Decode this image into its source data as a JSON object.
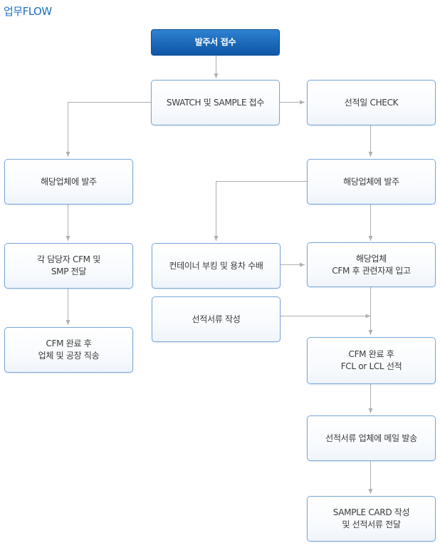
{
  "page_title": "업무FLOW",
  "nodes": {
    "start": [
      "발주서 접수"
    ],
    "swatch": [
      "SWATCH 및 SAMPLE 접수"
    ],
    "shipdate": [
      "선적일 CHECK"
    ],
    "order_left": [
      "해당업체에 발주"
    ],
    "cfm_deliver": [
      "각 담당자 CFM 및",
      "SMP 전달"
    ],
    "cfm_done_left": [
      "CFM 완료 후",
      "업체 및 공장 직송"
    ],
    "order_right": [
      "해당업체에 발주"
    ],
    "container": [
      "컨테이너 부킹 및 용차 수배"
    ],
    "material_in": [
      "해당업체",
      "CFM 후 관련자재 입고"
    ],
    "ship_docs": [
      "선적서류 작성"
    ],
    "cfm_done_right": [
      "CFM 완료 후",
      "FCL or LCL 선적"
    ],
    "email_docs": [
      "선적서류 업체에 메일 발송"
    ],
    "sample_card": [
      "SAMPLE CARD 작성",
      "및 선적서류 전달"
    ]
  },
  "colors": {
    "title": "#1c6fc0",
    "box_border": "#7aa7d8",
    "start_fill": "#1a66b5",
    "connector": "#b0b0b0"
  }
}
